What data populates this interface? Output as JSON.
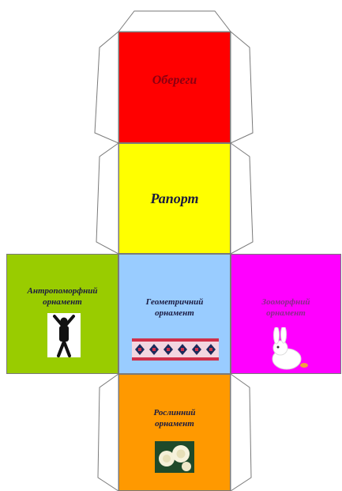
{
  "colors": {
    "red": "#ff0000",
    "yellow": "#ffff00",
    "green": "#99cc00",
    "blue": "#99ccff",
    "magenta": "#ff00ff",
    "orange": "#ff9900",
    "label_dark": "#1a1a40",
    "label_magenta_text": "#ff66ff"
  },
  "faces": {
    "top": {
      "label": "Обереги"
    },
    "upper": {
      "label": "Рапорт"
    },
    "left": {
      "line1": "Антропоморфний",
      "line2": "орнамент"
    },
    "center": {
      "line1": "Геометричний",
      "line2": "орнамент"
    },
    "right": {
      "line1": "Зооморфний",
      "line2": "орнамент"
    },
    "bottom": {
      "line1": "Рослинний",
      "line2": "орнамент"
    }
  },
  "pictures": {
    "left": "human-figure-icon",
    "center": "geometric-pattern-strip",
    "right": "rabbit-icon",
    "bottom": "roses-photo"
  }
}
